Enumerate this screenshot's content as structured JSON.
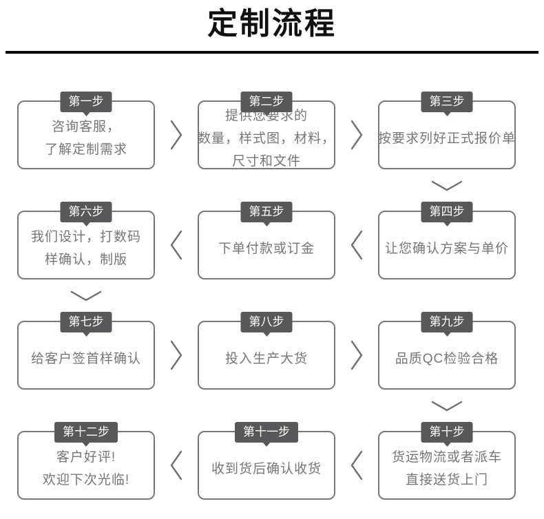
{
  "page": {
    "title": "定制流程"
  },
  "colors": {
    "badge_bg": "#58585a",
    "box_border": "#777777",
    "text": "#767676",
    "title": "#111111",
    "arrow": "#6e6e6e",
    "rule": "#000000"
  },
  "steps": [
    {
      "badge": "第一步",
      "lines": [
        "咨询客服，",
        "了解定制需求"
      ]
    },
    {
      "badge": "第二步",
      "lines": [
        "提供您要求的",
        "数量，样式图，材料，",
        "尺寸和文件"
      ]
    },
    {
      "badge": "第三步",
      "lines": [
        "按要求列好正式报价单"
      ]
    },
    {
      "badge": "第四步",
      "lines": [
        "让您确认方案与单价"
      ]
    },
    {
      "badge": "第五步",
      "lines": [
        "下单付款或订金"
      ]
    },
    {
      "badge": "第六步",
      "lines": [
        "我们设计，打数码",
        "样确认，制版"
      ]
    },
    {
      "badge": "第七步",
      "lines": [
        "给客户签首样确认"
      ]
    },
    {
      "badge": "第八步",
      "lines": [
        "投入生产大货"
      ]
    },
    {
      "badge": "第九步",
      "lines": [
        "品质QC检验合格"
      ]
    },
    {
      "badge": "第十步",
      "lines": [
        "货运物流或者派车",
        "直接送货上门"
      ]
    },
    {
      "badge": "第十一步",
      "lines": [
        "收到货后确认收货"
      ]
    },
    {
      "badge": "第十二步",
      "lines": [
        "客户好评!",
        "欢迎下次光临!"
      ]
    }
  ]
}
